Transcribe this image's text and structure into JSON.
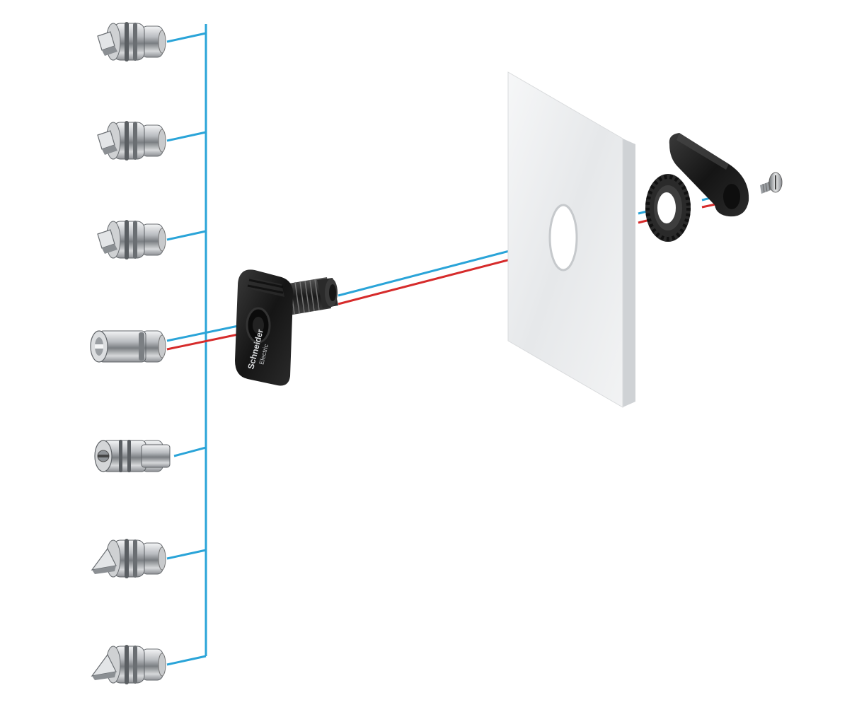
{
  "colors": {
    "connector_blue": "#2aa4d8",
    "axis_red": "#d62b2b",
    "panel_face": "#eceef0",
    "panel_edge": "#c9ccd0",
    "handle_black": "#1c1c1c",
    "metal_light": "#e4e6e8",
    "metal_dark": "#6e7276"
  },
  "logo": {
    "brand_main": "Schneider",
    "brand_sub": "Electric"
  },
  "inserts": [
    {
      "shape": "square-tip"
    },
    {
      "shape": "square-tip"
    },
    {
      "shape": "square-tip"
    },
    {
      "shape": "hollow-slotted"
    },
    {
      "shape": "key-cylinder"
    },
    {
      "shape": "triangle-tip"
    },
    {
      "shape": "triangle-tip"
    }
  ]
}
